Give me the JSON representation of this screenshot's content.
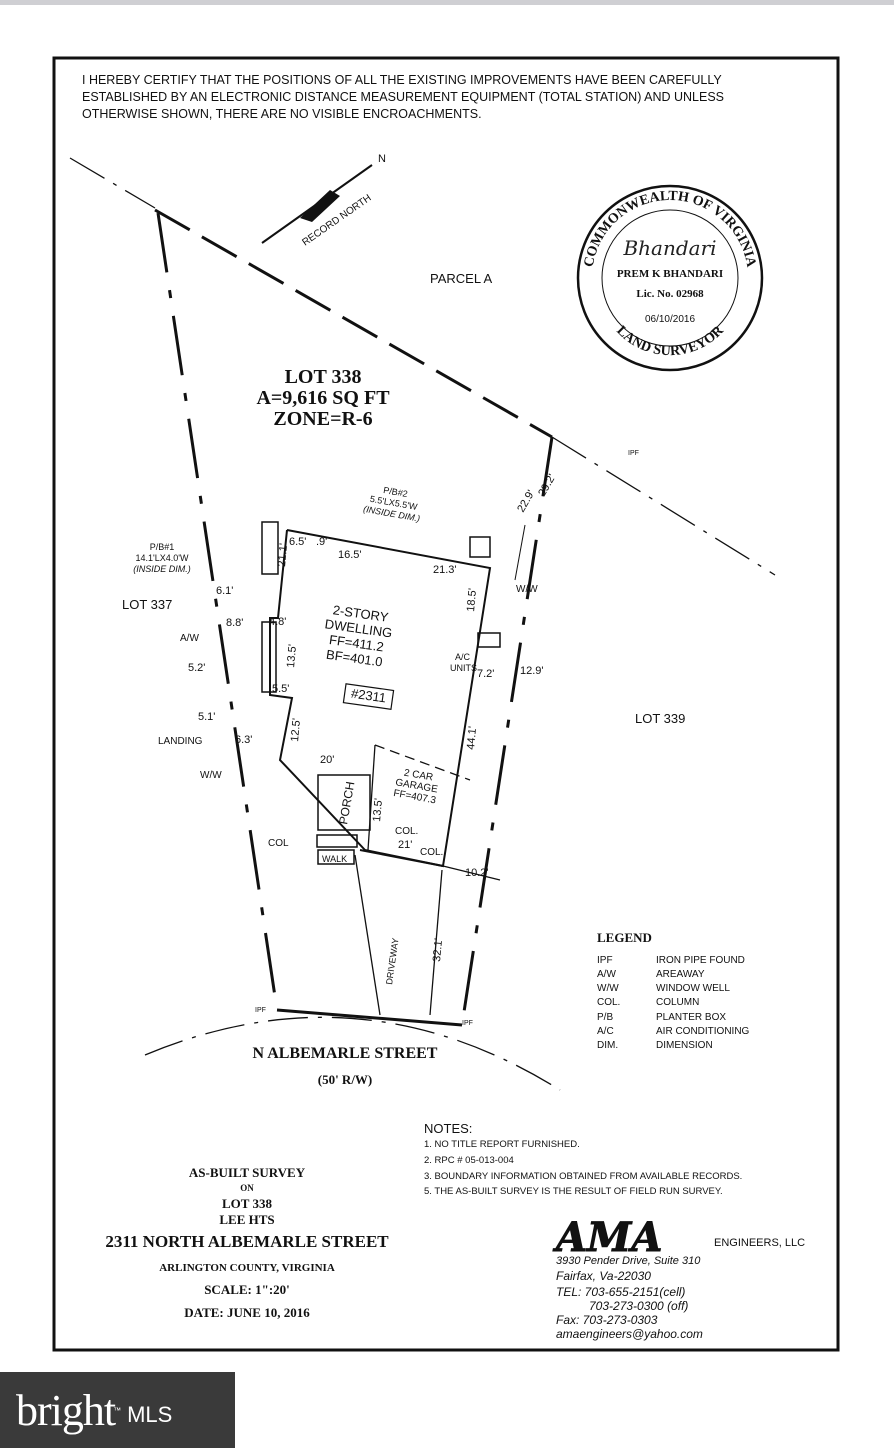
{
  "certification": [
    "I HEREBY CERTIFY THAT THE POSITIONS OF ALL THE EXISTING IMPROVEMENTS HAVE BEEN CAREFULLY",
    "ESTABLISHED BY AN ELECTRONIC DISTANCE MEASUREMENT EQUIPMENT (TOTAL STATION) AND UNLESS",
    "OTHERWISE SHOWN, THERE ARE NO VISIBLE ENCROACHMENTS."
  ],
  "north_arrow": {
    "label": "RECORD NORTH",
    "letter": "N"
  },
  "seal": {
    "top": "COMMONWEALTH OF VIRGINIA",
    "signature": "Bhandari",
    "name": "PREM K BHANDARI",
    "license": "Lic. No. 02968",
    "date": "06/10/2016",
    "bottom": "LAND SURVEYOR"
  },
  "parcels": {
    "parcel_a": "PARCEL A",
    "lot_337": "LOT 337",
    "lot_339": "LOT 339"
  },
  "lot": {
    "title": "LOT 338",
    "area": "A=9,616 SQ FT",
    "zone": "ZONE=R-6"
  },
  "dwelling": {
    "label1": "2-STORY",
    "label2": "DWELLING",
    "ff": "FF=411.2",
    "bf": "BF=401.0",
    "house_no": "#2311"
  },
  "garage": {
    "label1": "2 CAR",
    "label2": "GARAGE",
    "ff": "FF=407.3"
  },
  "labels": {
    "pb1": [
      "P/B#1",
      "14.1'LX4.0'W",
      "(INSIDE DIM.)"
    ],
    "pb2": [
      "P/B#2",
      "5.5'LX5.5'W",
      "(INSIDE DIM.)"
    ],
    "aw": "A/W",
    "ww1": "W/W",
    "ww2": "W/W",
    "landing": "LANDING",
    "ac": [
      "A/C",
      "UNITS"
    ],
    "porch": "PORCH",
    "walk": "WALK",
    "col1": "COL",
    "col2": "COL.",
    "col3": "COL.",
    "driveway": "DRIVEWAY",
    "ipf": "IPF"
  },
  "dimensions": {
    "d6_5": "6.5'",
    "d0_9": ".9'",
    "d16_5": "16.5'",
    "d21_3": "21.3'",
    "d21_1": "21.1'",
    "d6_1": "6.1'",
    "d8_8": "8.8'",
    "d4_8": "4.8'",
    "d13_5a": "13.5'",
    "d5_2": "5.2'",
    "d5_5": "5.5'",
    "d5_1": "5.1'",
    "d6_3": "6.3'",
    "d12_5": "12.5'",
    "d20": "20'",
    "d18_5": "18.5'",
    "d7_2": "7.2'",
    "d12_9": "12.9'",
    "d44_1": "44.1'",
    "d13_5b": "13.5'",
    "d21": "21'",
    "d10_2": "10.2'",
    "d32_1": "32.1'",
    "d22_9": "22.9'",
    "d29_2": "29.2'"
  },
  "street": {
    "name": "N ALBEMARLE STREET",
    "row": "(50' R/W)"
  },
  "legend": {
    "title": "LEGEND",
    "items": [
      [
        "IPF",
        "IRON PIPE FOUND"
      ],
      [
        "A/W",
        "AREAWAY"
      ],
      [
        "W/W",
        "WINDOW WELL"
      ],
      [
        "COL.",
        "COLUMN"
      ],
      [
        "P/B",
        "PLANTER BOX"
      ],
      [
        "A/C",
        "AIR CONDITIONING"
      ],
      [
        "DIM.",
        "DIMENSION"
      ]
    ]
  },
  "notes": {
    "title": "NOTES:",
    "items": [
      "1. NO TITLE REPORT FURNISHED.",
      "2. RPC # 05-013-004",
      "3. BOUNDARY INFORMATION OBTAINED FROM AVAILABLE RECORDS.",
      "5. THE AS-BUILT SURVEY IS THE RESULT OF FIELD RUN SURVEY."
    ]
  },
  "title_block": {
    "l1": "AS-BUILT SURVEY",
    "l2": "ON",
    "l3": "LOT 338",
    "l4": "LEE HTS",
    "l5": "2311 NORTH ALBEMARLE STREET",
    "l6": "ARLINGTON COUNTY, VIRGINIA",
    "l7": "SCALE: 1\":20'",
    "l8": "DATE: JUNE 10, 2016"
  },
  "company": {
    "logo": "AMA",
    "suffix": "ENGINEERS, LLC",
    "address1": "3930 Pender Drive, Suite 310",
    "address2": "Fairfax, Va-22030",
    "tel": "TEL: 703-655-2151(cell)",
    "tel2": "703-273-0300 (off)",
    "fax": "Fax: 703-273-0303",
    "email": "amaengineers@yahoo.com"
  },
  "watermark": {
    "brand": "bright",
    "tm": "™",
    "suffix": "MLS"
  }
}
